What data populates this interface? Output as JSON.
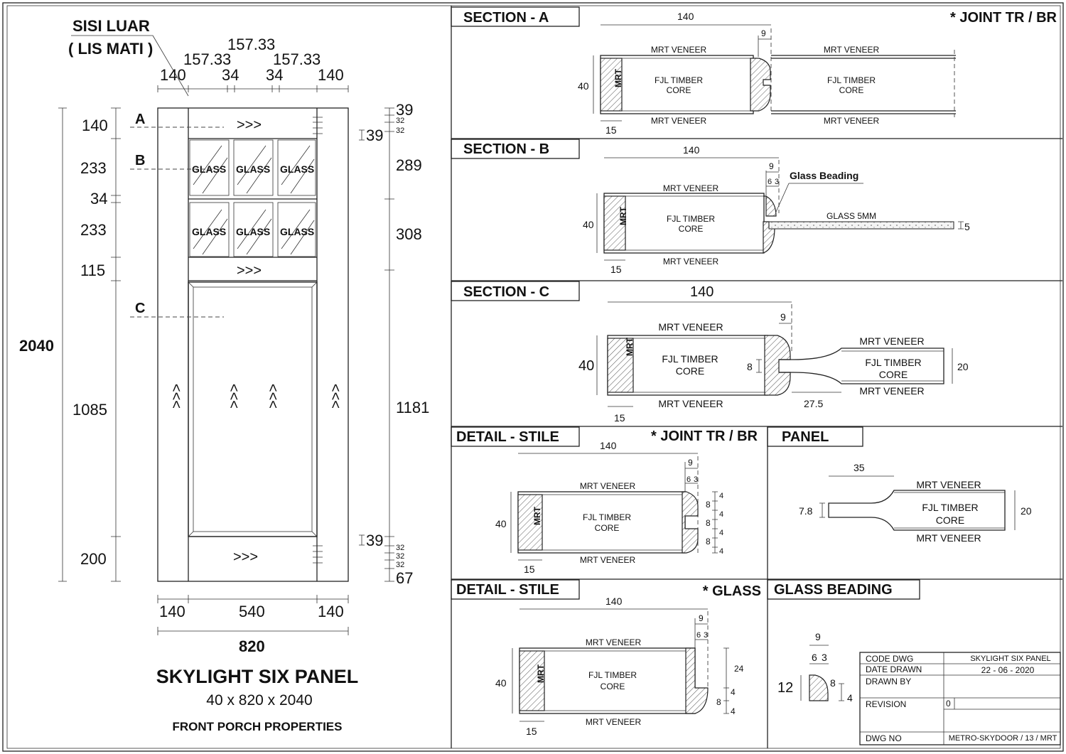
{
  "door": {
    "sisi_luar": "SISI LUAR",
    "lis_mati": "( LIS MATI )",
    "top_dims_upper": [
      "157.33",
      "157.33",
      "157.33"
    ],
    "top_dims": [
      "140",
      "34",
      "34",
      "140"
    ],
    "section_markers": [
      "A",
      "B",
      "C"
    ],
    "left_dims": [
      "140",
      "233",
      "34",
      "233",
      "115",
      "1085",
      "200"
    ],
    "overall_height": "2040",
    "right_dims": [
      "39",
      "32",
      "32",
      "39",
      "289",
      "308",
      "1181",
      "39",
      "32",
      "32",
      "32",
      "67"
    ],
    "glass_label": "GLASS",
    "bottom_dims": [
      "140",
      "540",
      "140"
    ],
    "overall_width": "820",
    "title": "SKYLIGHT SIX PANEL",
    "size": "40 x 820 x 2040",
    "client": "FRONT PORCH PROPERTIES"
  },
  "common": {
    "veneer": "MRT VENEER",
    "core_1": "FJL TIMBER",
    "core_2": "CORE",
    "mrt": "MRT"
  },
  "section_a": {
    "title": "SECTION - A",
    "note": "* JOINT TR / BR",
    "dims": [
      "140",
      "9",
      "40",
      "15"
    ]
  },
  "section_b": {
    "title": "SECTION - B",
    "dims": [
      "140",
      "9",
      "6",
      "3",
      "40",
      "15",
      "5"
    ],
    "beading": "Glass Beading",
    "glass": "GLASS 5MM"
  },
  "section_c": {
    "title": "SECTION - C",
    "dims": [
      "140",
      "9",
      "40",
      "8",
      "15",
      "27.5",
      "20"
    ]
  },
  "detail_stile_joint": {
    "title": "DETAIL - STILE",
    "note": "* JOINT TR / BR",
    "dims": [
      "140",
      "9",
      "6",
      "3",
      "40",
      "15"
    ],
    "side_dims": [
      "4",
      "8",
      "4",
      "8",
      "4",
      "8",
      "4"
    ]
  },
  "panel": {
    "title": "PANEL",
    "dims": [
      "35",
      "7.8",
      "20"
    ]
  },
  "detail_stile_glass": {
    "title": "DETAIL - STILE",
    "note": "* GLASS",
    "dims": [
      "140",
      "9",
      "6",
      "3",
      "40",
      "15",
      "24",
      "4",
      "8",
      "4"
    ]
  },
  "glass_beading": {
    "title": "GLASS BEADING",
    "dims": [
      "9",
      "6",
      "3",
      "12",
      "8",
      "4"
    ]
  },
  "title_block": {
    "code_dwg_label": "CODE DWG",
    "code_dwg": "SKYLIGHT SIX PANEL",
    "date_label": "DATE DRAWN",
    "date": "22 - 06 - 2020",
    "drawn_by_label": "DRAWN BY",
    "revision_label": "REVISION",
    "revision": "0",
    "dwg_no_label": "DWG NO",
    "dwg_no": "METRO-SKYDOOR / 13 / MRT"
  }
}
